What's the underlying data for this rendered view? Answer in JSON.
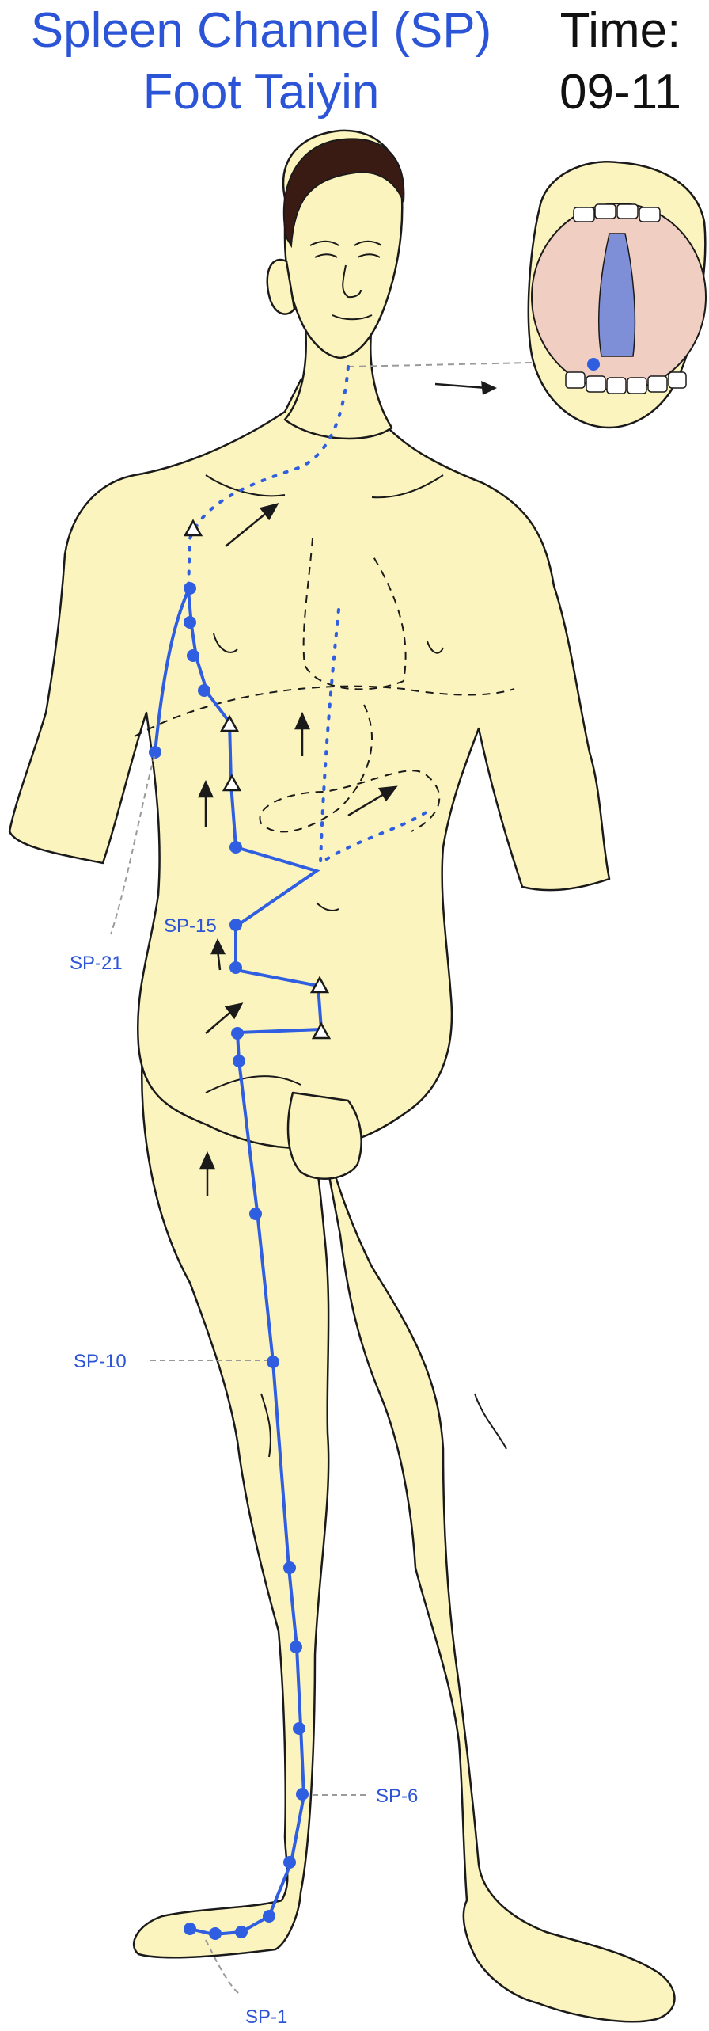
{
  "title": {
    "line1": "Spleen Channel (SP)",
    "line2": "Foot Taiyin"
  },
  "time": {
    "label": "Time:",
    "value": "09-11"
  },
  "points": [
    {
      "id": "sp21",
      "label": "SP-21"
    },
    {
      "id": "sp15",
      "label": "SP-15"
    },
    {
      "id": "sp10",
      "label": "SP-10"
    },
    {
      "id": "sp6",
      "label": "SP-6"
    },
    {
      "id": "sp1",
      "label": "SP-1"
    }
  ],
  "colors": {
    "channel": "#2f5ee0",
    "skin": "#fbf4bf",
    "outline": "#1a1a1a",
    "hair": "#3a1b14",
    "mouth": "#f0cfc2",
    "tongue_vein": "#7e8fd8",
    "label_line": "#9a9a9a"
  }
}
